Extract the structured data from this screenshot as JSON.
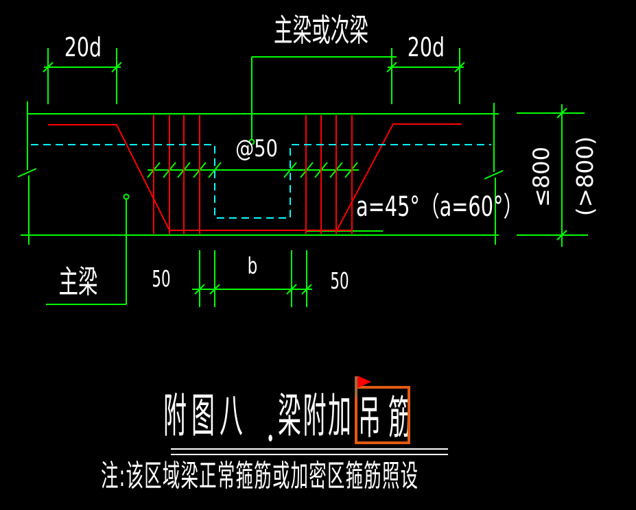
{
  "drawing": {
    "labels": {
      "beam_top": "主梁或次梁",
      "anchor_left": "20d",
      "anchor_right": "20d",
      "spacing": "@50",
      "angle": "a=45°（a=60°）",
      "dim_50_left": "50",
      "dim_b": "b",
      "dim_50_right": "50",
      "main_beam": "主梁",
      "height_le": "≤800",
      "height_gt": "(>800)"
    },
    "title": {
      "part1": "附图八",
      "separator": "．",
      "part2": "梁附加",
      "highlighted": "吊筋"
    },
    "note": "注:该区域梁正常箍筋或加密区箍筋照设",
    "colors": {
      "line": "#00ff00",
      "rebar": "#ff0000",
      "hidden": "#00ffff",
      "text": "#ffffff",
      "highlight_box": "#e25a12",
      "flag": "#ff0000",
      "flag_pole": "#a26b3a",
      "background": "#000000"
    }
  }
}
